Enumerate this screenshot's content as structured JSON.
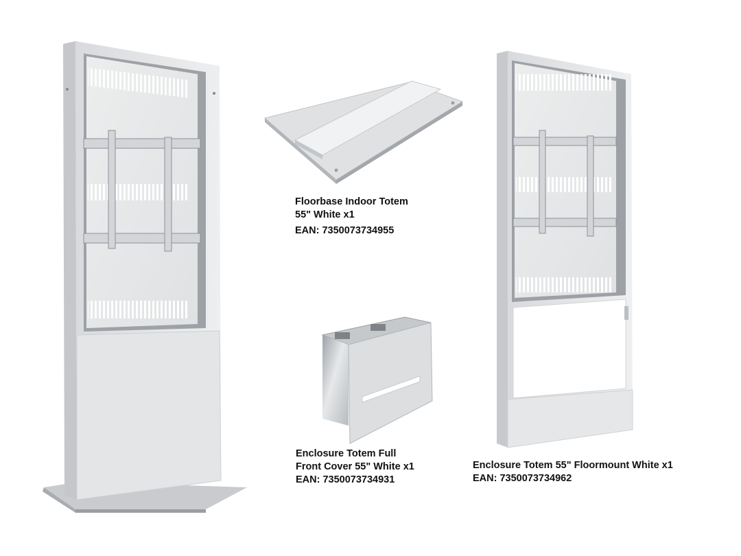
{
  "products": {
    "floorbase": {
      "line1": "Floorbase Indoor Totem",
      "line2": "55\" White x1",
      "ean": "EAN: 7350073734955"
    },
    "front_cover": {
      "line1": "Enclosure Totem Full",
      "line2": "Front Cover 55\" White x1",
      "ean": "EAN: 7350073734931"
    },
    "enclosure": {
      "line1": "Enclosure Totem 55\" Floormount White x1",
      "ean": "EAN: 7350073734962"
    }
  },
  "colors": {
    "metal_light": "#e9eaec",
    "metal_mid": "#cfd1d4",
    "metal_dark": "#a7aaae",
    "text": "#111111"
  }
}
